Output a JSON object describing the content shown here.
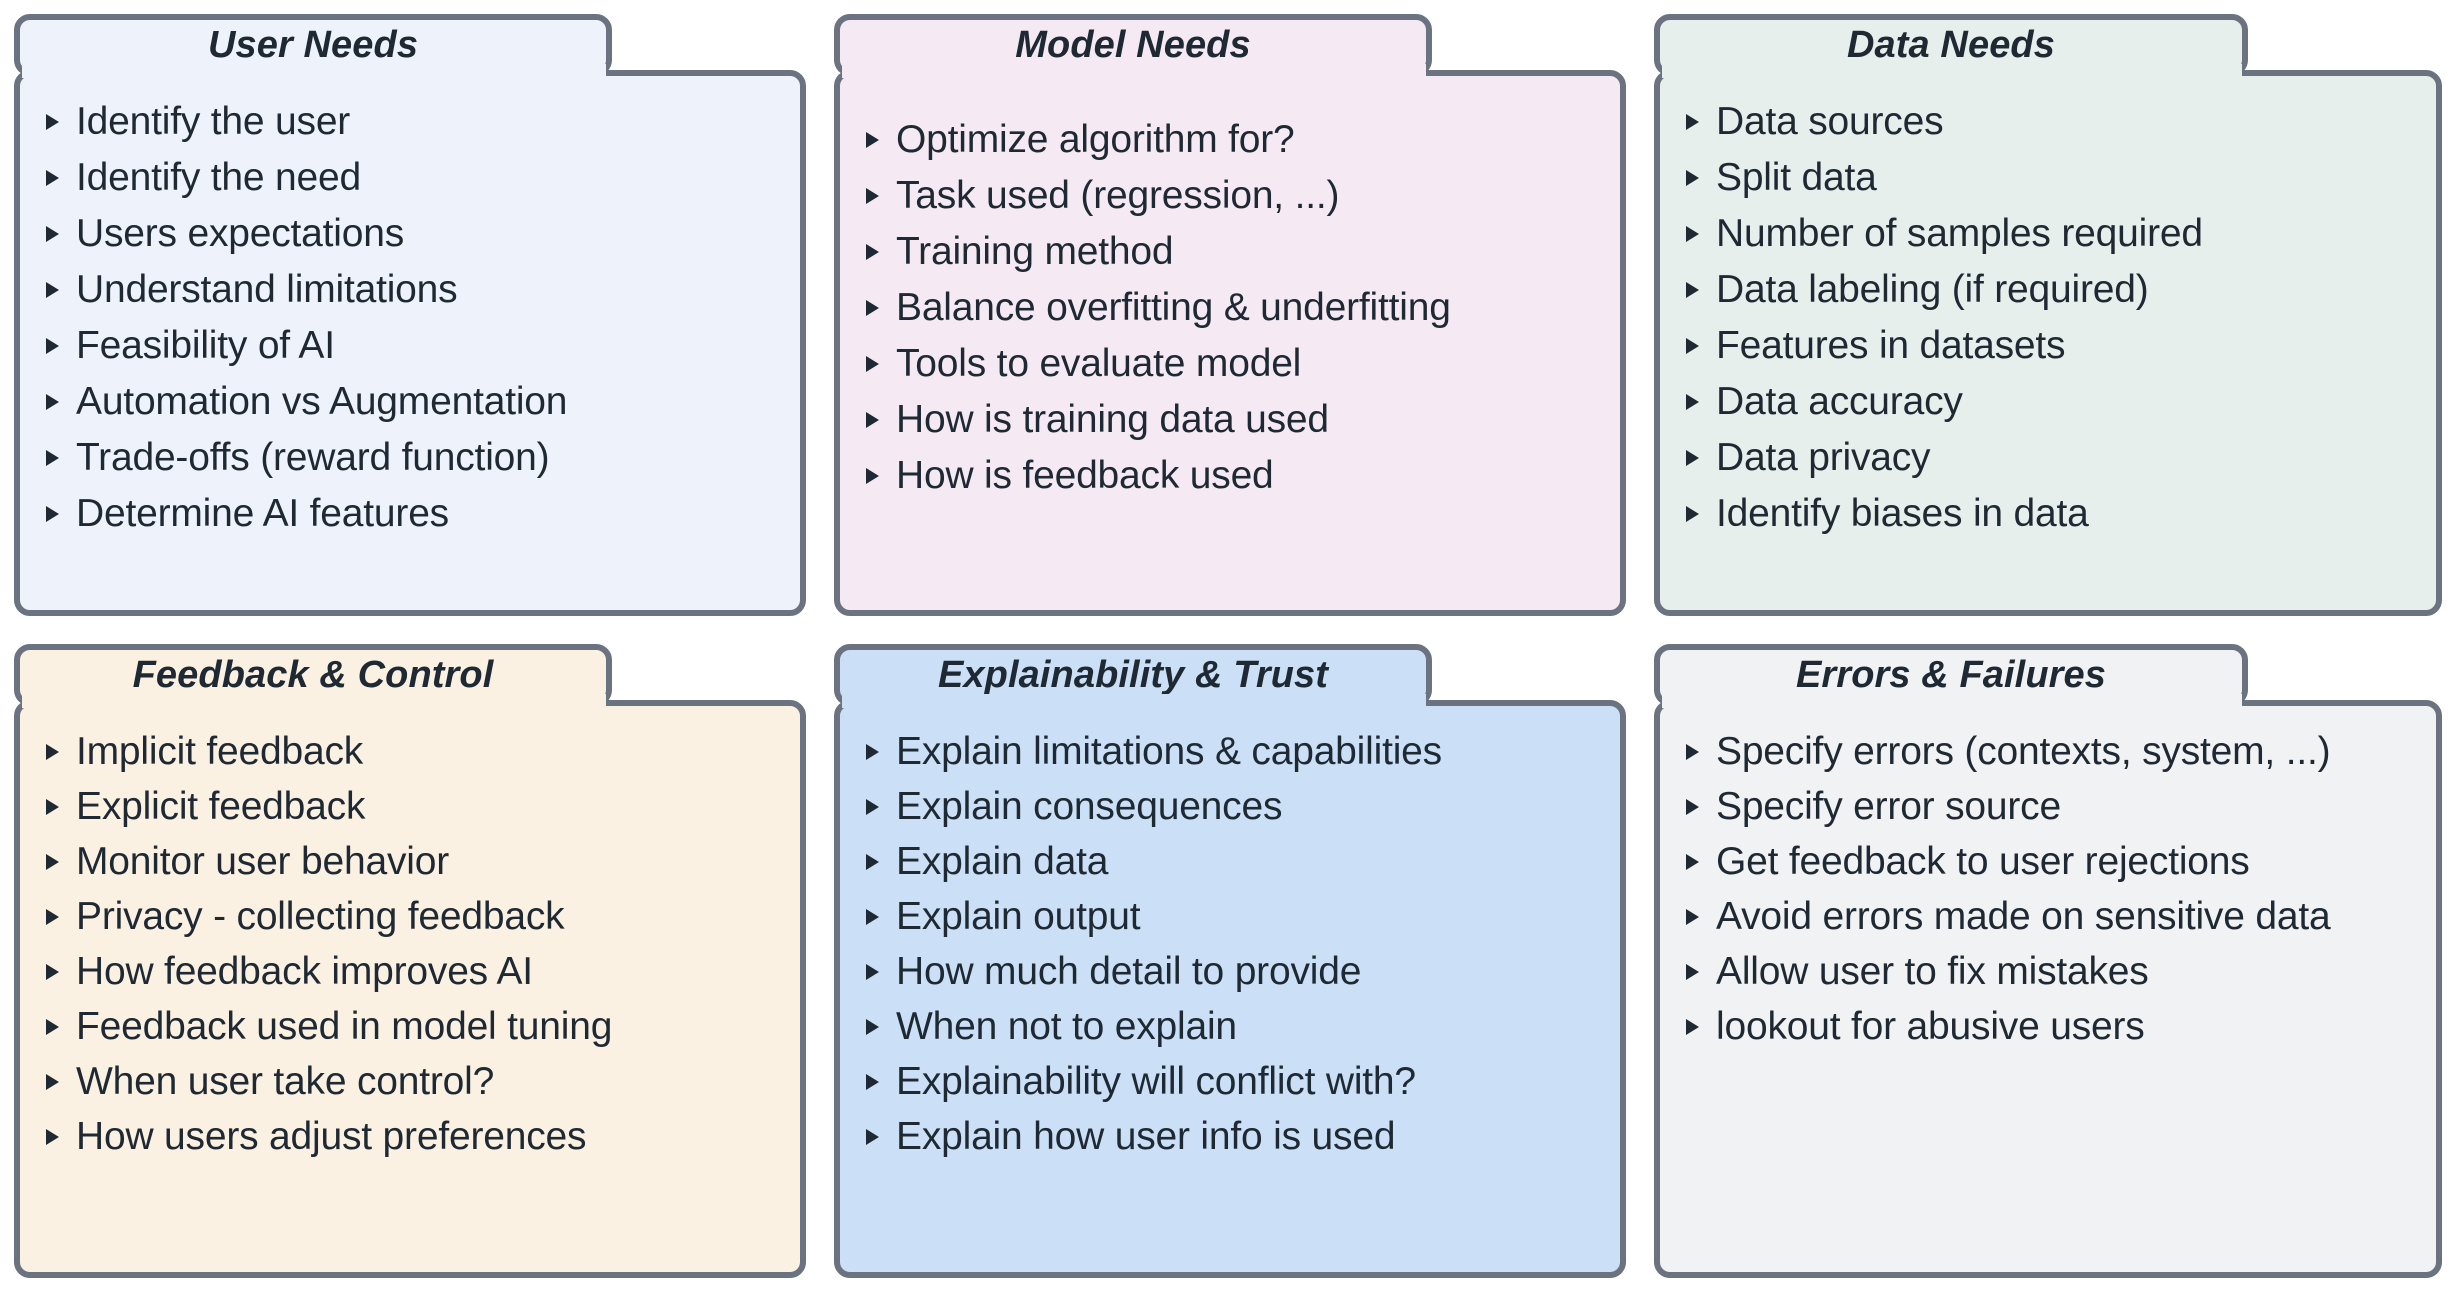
{
  "meta": {
    "layout": "six-panel-grid",
    "columns": 3,
    "rows": 2,
    "border_color": "#6b7280",
    "text_color": "#1f2933",
    "bullet_glyph": "right-pointing-triangle"
  },
  "panels": [
    {
      "id": "user-needs",
      "title": "User Needs",
      "accent": "#eef3fb",
      "items": [
        "Identify the user",
        "Identify the need",
        "Users expectations",
        "Understand limitations",
        "Feasibility of AI",
        "Automation vs Augmentation",
        "Trade-offs (reward function)",
        "Determine AI features"
      ]
    },
    {
      "id": "model-needs",
      "title": "Model Needs",
      "accent": "#f5eaf4",
      "items": [
        "Optimize algorithm for?",
        "Task used (regression, ...)",
        "Training method",
        "Balance overfitting & underfitting",
        "Tools to evaluate model",
        "How is training data used",
        "How is feedback used"
      ]
    },
    {
      "id": "data-needs",
      "title": "Data Needs",
      "accent": "#e7efec",
      "items": [
        "Data sources",
        "Split data",
        "Number of samples required",
        "Data labeling (if required)",
        "Features in datasets",
        "Data accuracy",
        "Data privacy",
        "Identify biases in data"
      ]
    },
    {
      "id": "feedback-control",
      "title": "Feedback & Control",
      "accent": "#fbf1e2",
      "items": [
        "Implicit feedback",
        "Explicit feedback",
        "Monitor user behavior",
        "Privacy - collecting feedback",
        "How feedback improves AI",
        "Feedback used in model tuning",
        "When user take control?",
        "How users adjust preferences"
      ]
    },
    {
      "id": "explainability-trust",
      "title": "Explainability & Trust",
      "accent": "#cbe0f7",
      "items": [
        "Explain limitations & capabilities",
        "Explain consequences",
        "Explain data",
        "Explain output",
        "How much detail to provide",
        "When not to explain",
        "Explainability will conflict with?",
        "Explain how user info is used"
      ]
    },
    {
      "id": "errors-failures",
      "title": "Errors & Failures",
      "accent": "#f1f2f4",
      "items": [
        "Specify errors (contexts, system, ...)",
        "Specify error source",
        "Get feedback to user rejections",
        "Avoid errors made on sensitive data",
        "Allow user to fix mistakes",
        "lookout for abusive users"
      ]
    }
  ]
}
